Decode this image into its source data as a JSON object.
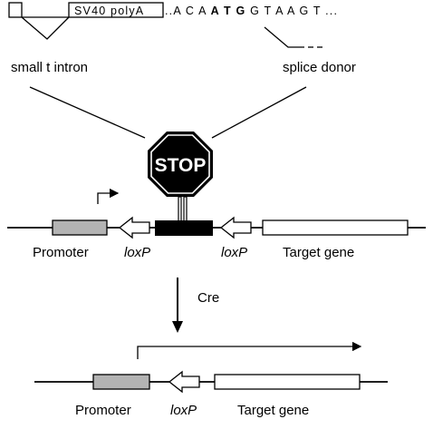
{
  "top_construct": {
    "polya_box_label": "SV40 polyA",
    "sequence_prefix": "..A C A ",
    "sequence_atg": "A T G",
    "sequence_suffix": " G T A A G T ...",
    "small_t_intron_label": "small t intron",
    "splice_donor_label": "splice donor"
  },
  "stop_sign": {
    "text": "STOP",
    "color": "#000000"
  },
  "construct_before": {
    "promoter_label": "Promoter",
    "loxp_left_label": "loxP",
    "loxp_right_label": "loxP",
    "target_gene_label": "Target gene"
  },
  "recombination": {
    "enzyme_label": "Cre"
  },
  "construct_after": {
    "promoter_label": "Promoter",
    "loxp_label": "loxP",
    "target_gene_label": "Target gene"
  },
  "colors": {
    "promoter_fill": "#b3b3b3",
    "stop_cassette_fill": "#000000",
    "background": "#ffffff"
  }
}
